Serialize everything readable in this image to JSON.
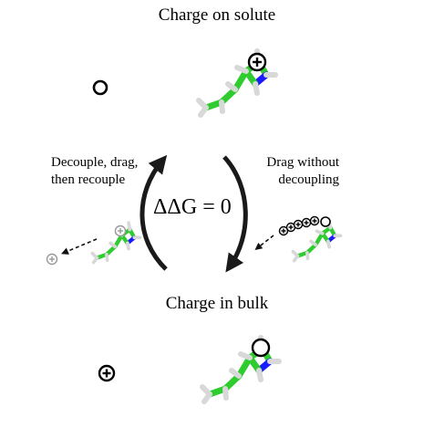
{
  "top_state": {
    "title": "Charge on solute"
  },
  "bottom_state": {
    "title": "Charge in bulk"
  },
  "left_path": {
    "label": "Decouple, drag, then recouple"
  },
  "right_path": {
    "label": "Drag without decoupling"
  },
  "cycle": {
    "equation": "ΔΔG = 0"
  },
  "colors": {
    "carbon": "#2ecc2e",
    "nitrogen": "#1a1aff",
    "hydrogen": "#d8d8d8",
    "charge_faded": "#999999",
    "arrow": "#1a1a1a"
  },
  "icons": [
    "neutral-charge-icon",
    "positive-charge-icon",
    "positive-charge-faded-icon",
    "dashed-arrow-icon",
    "curved-arrow-icon"
  ]
}
